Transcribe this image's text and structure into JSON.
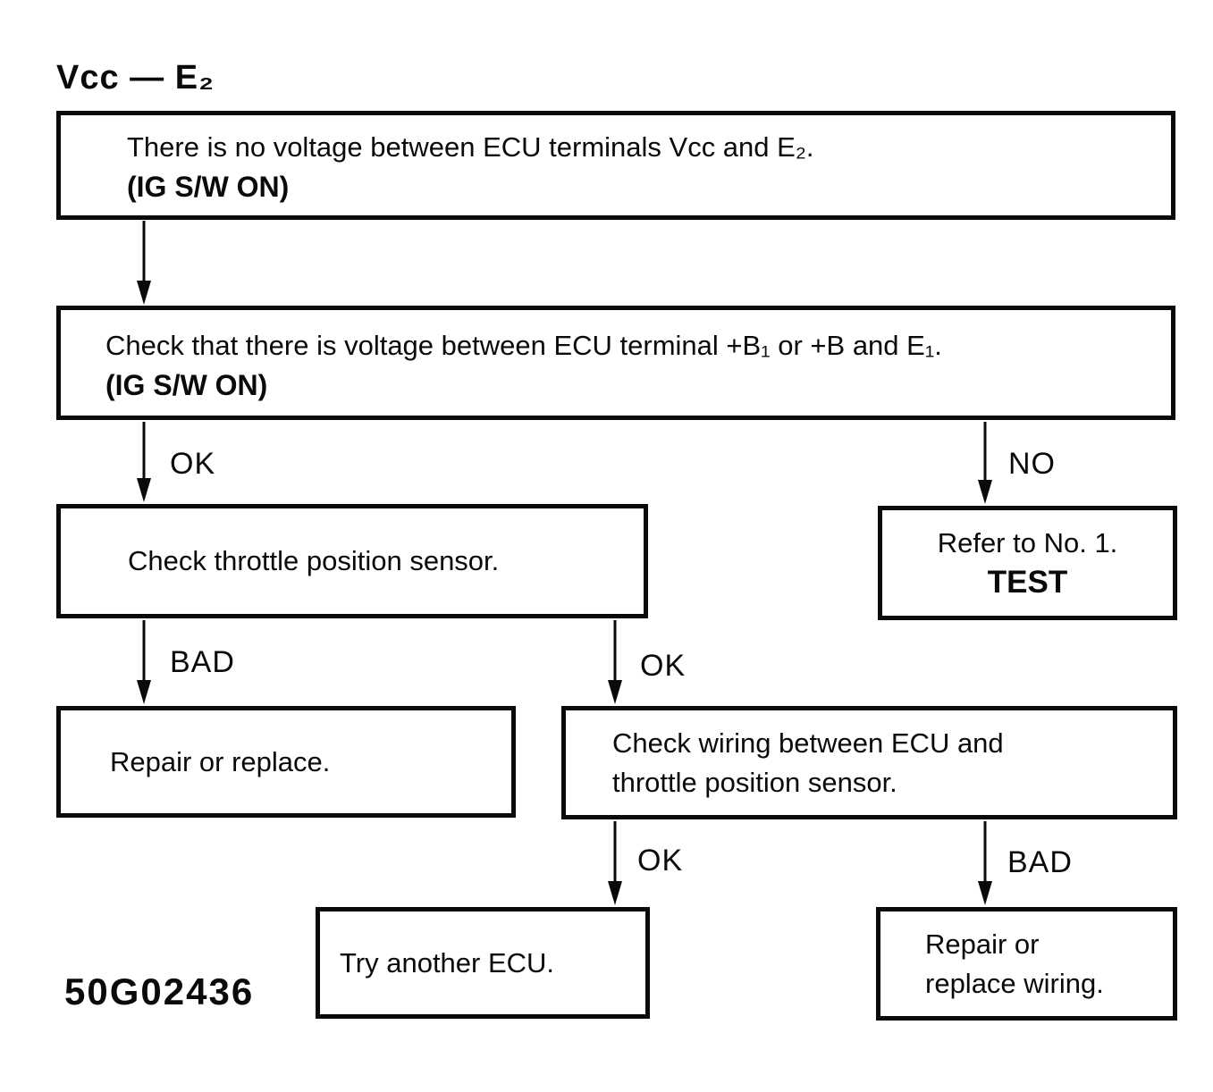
{
  "page": {
    "background": "#ffffff",
    "ink": "#0a0a0a"
  },
  "title": "Vcc — E₂",
  "figure_code": "50G02436",
  "nodes": {
    "start": {
      "text": "There is no voltage between ECU terminals Vcc and E₂.",
      "note": "(IG S/W ON)"
    },
    "check_voltage": {
      "text": "Check that there is voltage between ECU terminal +B₁ or +B and E₁.",
      "note": "(IG S/W ON)"
    },
    "check_tps": {
      "text": "Check throttle position sensor."
    },
    "refer_test": {
      "text": "Refer to No. 1.",
      "note": "TEST"
    },
    "repair_replace": {
      "text": "Repair or replace."
    },
    "check_wiring": {
      "text": "Check wiring between ECU and\nthrottle position sensor."
    },
    "try_ecu": {
      "text": "Try another ECU."
    },
    "repair_wiring": {
      "text": "Repair or\nreplace wiring."
    }
  },
  "labels": {
    "ok1": "OK",
    "no1": "NO",
    "bad1": "BAD",
    "ok2": "OK",
    "ok3": "OK",
    "bad2": "BAD"
  }
}
